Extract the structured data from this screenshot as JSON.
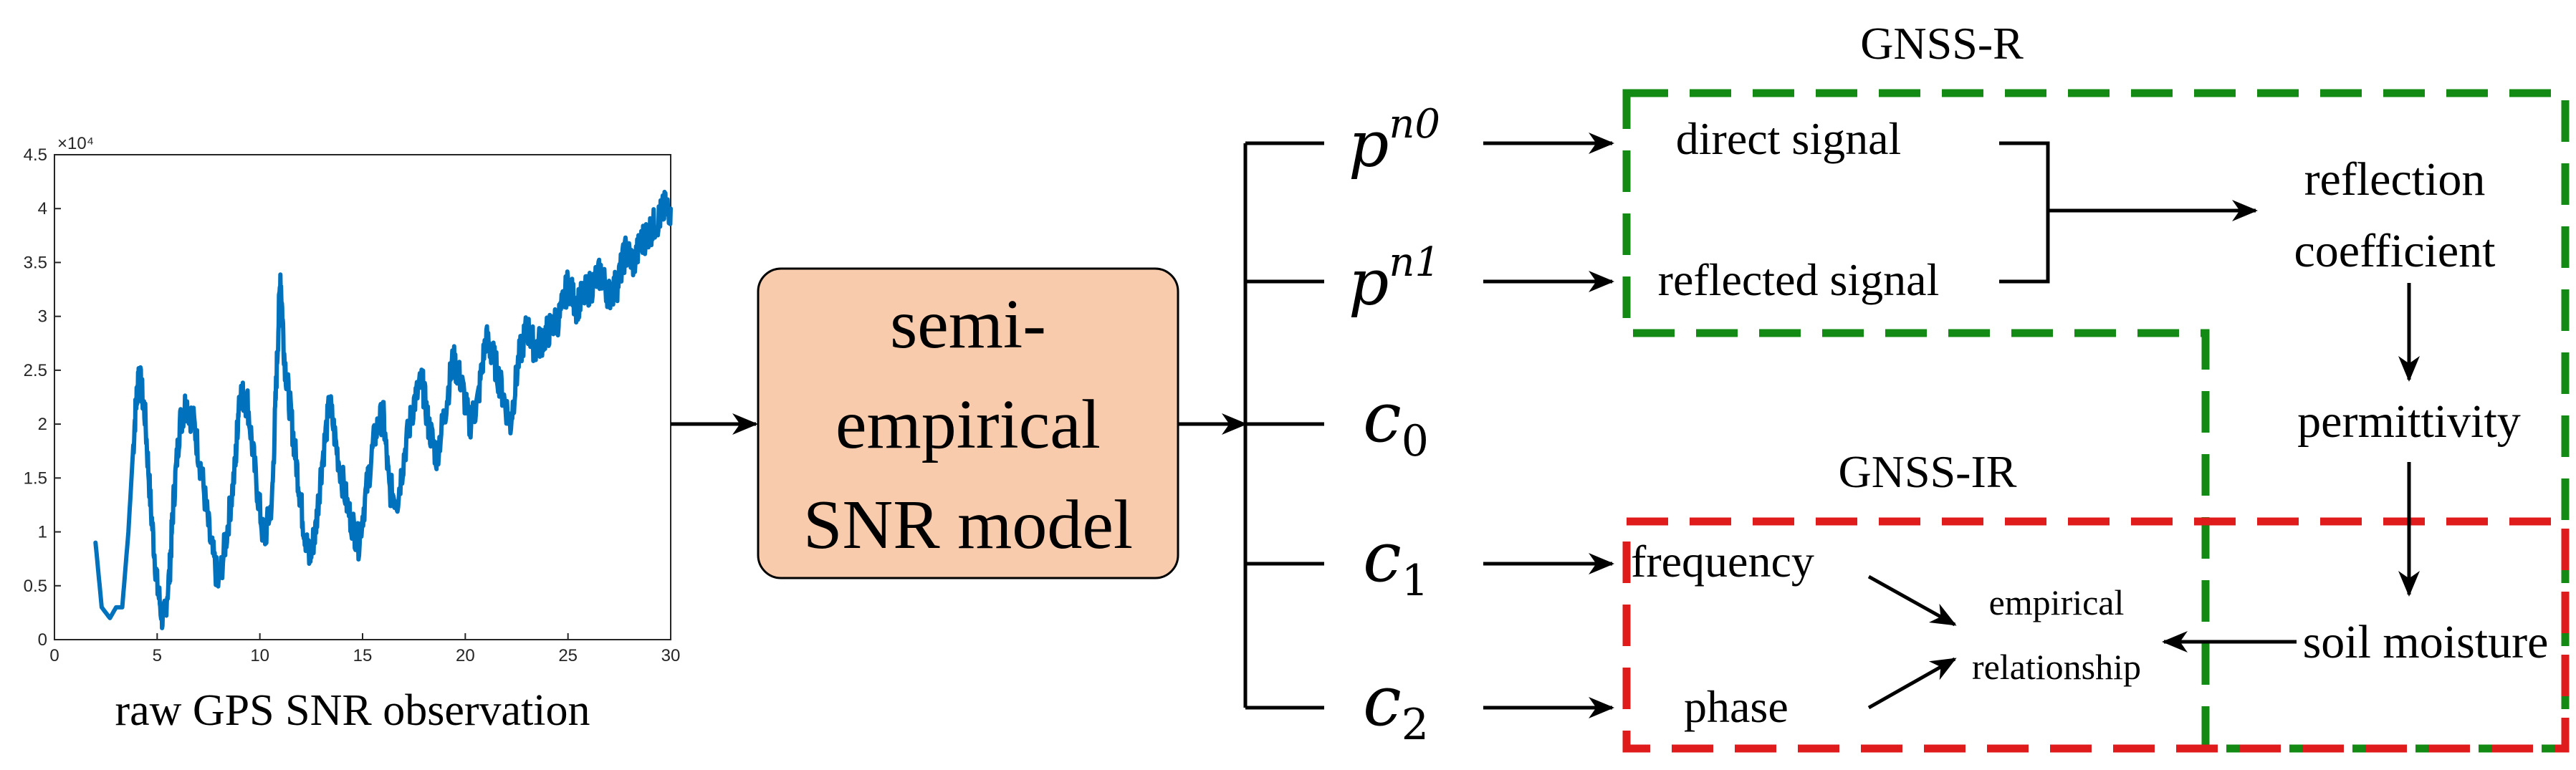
{
  "snr_plot": {
    "caption": "raw GPS SNR observation",
    "exponent_label": "×10⁴",
    "x_ticks": [
      "0",
      "5",
      "10",
      "15",
      "20",
      "25",
      "30"
    ],
    "y_ticks": [
      "0",
      "0.5",
      "1",
      "1.5",
      "2",
      "2.5",
      "3",
      "3.5",
      "4",
      "4.5"
    ],
    "series_color": "#0072BD"
  },
  "chart_data": {
    "type": "line",
    "title": "",
    "xlabel": "",
    "ylabel": "",
    "xlim": [
      0,
      30
    ],
    "ylim": [
      0,
      4.5
    ],
    "y_multiplier": "×10⁴",
    "series": [
      {
        "x": [
          2.0,
          2.3,
          2.7,
          3.0,
          3.3,
          3.6,
          3.9,
          4.1,
          4.4,
          4.7,
          5.0,
          5.3,
          5.6,
          5.8,
          6.1,
          6.4,
          6.8,
          7.2,
          7.6,
          8.0,
          8.4,
          8.8,
          9.0,
          9.4,
          9.8,
          10.2,
          10.6,
          10.8,
          11.0,
          11.2,
          11.5,
          11.8,
          12.1,
          12.4,
          12.7,
          13.0,
          13.4,
          13.8,
          14.3,
          14.8,
          15.2,
          15.6,
          16.0,
          16.3,
          16.7,
          17.1,
          17.5,
          17.9,
          18.2,
          18.6,
          19.0,
          19.4,
          19.8,
          20.2,
          20.6,
          21.0,
          21.4,
          21.8,
          22.2,
          22.6,
          23.0,
          23.4,
          23.8,
          24.2,
          24.6,
          25.0,
          25.4,
          25.8,
          26.2,
          26.6,
          27.0,
          27.4,
          27.8,
          28.2,
          28.6,
          29.0,
          29.4,
          29.7,
          30.0
        ],
        "y": [
          0.9,
          0.3,
          0.2,
          0.3,
          0.3,
          1.0,
          2.0,
          2.5,
          2.1,
          1.2,
          0.5,
          0.15,
          0.6,
          1.3,
          2.0,
          2.2,
          2.0,
          1.5,
          0.9,
          0.5,
          1.0,
          1.6,
          2.3,
          2.2,
          1.5,
          0.9,
          1.3,
          2.4,
          3.4,
          2.6,
          2.1,
          1.6,
          1.1,
          0.75,
          1.0,
          1.6,
          2.2,
          1.7,
          1.2,
          0.9,
          1.4,
          1.9,
          2.1,
          1.4,
          1.3,
          1.8,
          2.2,
          2.4,
          2.0,
          1.7,
          2.1,
          2.6,
          2.4,
          2.0,
          2.2,
          2.8,
          2.6,
          2.3,
          2.0,
          2.6,
          2.9,
          2.7,
          2.8,
          2.9,
          3.0,
          3.3,
          3.1,
          3.2,
          3.3,
          3.4,
          3.2,
          3.3,
          3.6,
          3.5,
          3.7,
          3.8,
          3.9,
          4.0,
          4.0
        ]
      }
    ]
  },
  "model_box": {
    "lines": [
      "semi-",
      "empirical",
      "SNR model"
    ],
    "fill": "#F8CBAD"
  },
  "params": {
    "p0": {
      "base": "p",
      "sup": "n0"
    },
    "p1": {
      "base": "p",
      "sup": "n1"
    },
    "c0": {
      "base": "c",
      "sub": "0"
    },
    "c1": {
      "base": "c",
      "sub": "1"
    },
    "c2": {
      "base": "c",
      "sub": "2"
    }
  },
  "gnss_r": {
    "title": "GNSS-R",
    "color": "#138A13",
    "direct_signal": "direct signal",
    "reflected_signal": "reflected signal"
  },
  "gnss_ir": {
    "title": "GNSS-IR",
    "color": "#E01B1B",
    "frequency": "frequency",
    "phase": "phase",
    "empirical_line1": "empirical",
    "empirical_line2": "relationship"
  },
  "chain": {
    "reflection_line1": "reflection",
    "reflection_line2": "coefficient",
    "permittivity": "permittivity",
    "soil_moisture": "soil moisture"
  }
}
